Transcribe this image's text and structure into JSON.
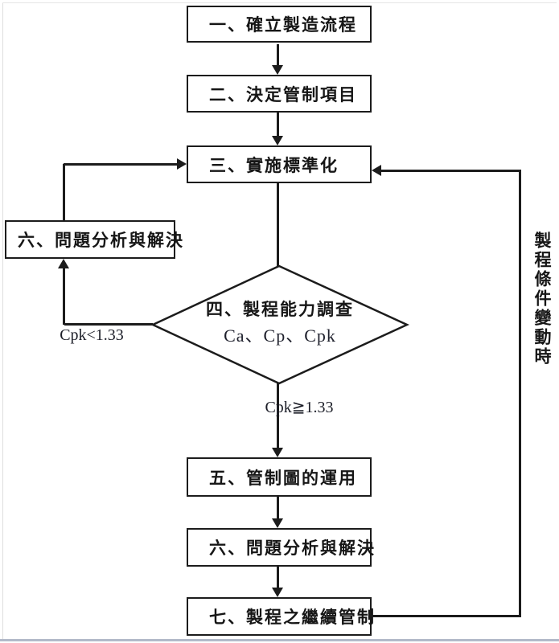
{
  "diagram": {
    "title": "SPC process control flowchart",
    "steps": [
      {
        "id": "step-1",
        "label": "一、確立製造流程"
      },
      {
        "id": "step-2",
        "label": "二、決定管制項目"
      },
      {
        "id": "step-3",
        "label": "三、實施標準化"
      },
      {
        "id": "step-6-loop",
        "label": "六、問題分析與解決"
      },
      {
        "id": "step-5",
        "label": "五、管制圖的運用"
      },
      {
        "id": "step-6",
        "label": "六、問題分析與解決"
      },
      {
        "id": "step-7",
        "label": "七、製程之繼續管制"
      }
    ],
    "decision": {
      "id": "step-4",
      "title": "四、製程能力調查",
      "subtitle": "Ca、Cp、Cpk"
    },
    "branch_labels": {
      "fail": "Cpk<1.33",
      "pass": "Cpk≧1.33",
      "feedback": "製程條件變動時"
    },
    "colors": {
      "line": "#1c1c1c",
      "background": "#ffffff",
      "bottom_edge": "#b3bac9"
    }
  }
}
